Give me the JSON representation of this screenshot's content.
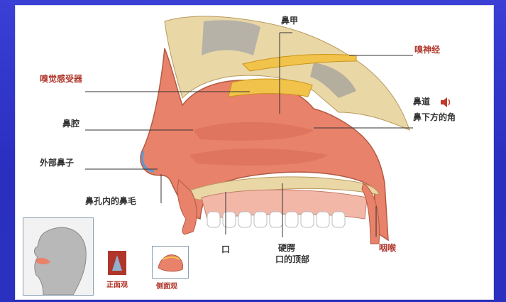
{
  "labels": {
    "bijia": "鼻甲",
    "xiushenjing": "嗅神经",
    "xiujue": "嗅觉感受器",
    "biqiang": "鼻腔",
    "waibu": "外部鼻子",
    "bikong": "鼻孔内的鼻毛",
    "kou": "口",
    "yingee_line1": "硬腭",
    "yingee_line2": "口的顶部",
    "yanhou": "咽喉",
    "bidao_line1": "鼻道",
    "bidao_line2": "鼻下方的角"
  },
  "thumbs": {
    "front_caption": "正面观",
    "side_caption": "侧面观"
  },
  "colors": {
    "background": "#2f36c8",
    "tissue": "#e8826a",
    "bone": "#e9d3a0",
    "accent_red": "#b0362b"
  }
}
